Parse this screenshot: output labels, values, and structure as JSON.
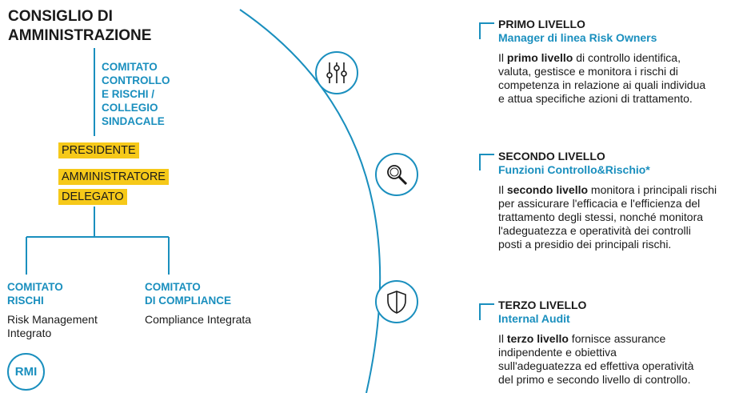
{
  "board": {
    "line1": "CONSIGLIO DI",
    "line2": "AMMINISTRAZIONE"
  },
  "committee_control": [
    "COMITATO",
    "CONTROLLO",
    "E RISCHI /",
    "COLLEGIO",
    "SINDACALE"
  ],
  "president": "PRESIDENTE",
  "ceo": {
    "line1": "AMMINISTRATORE",
    "line2": "DELEGATO"
  },
  "risk_committee": {
    "title_lines": [
      "COMITATO",
      "RISCHI"
    ],
    "sub_lines": [
      "Risk Management",
      "Integrato"
    ]
  },
  "compliance_committee": {
    "title_lines": [
      "COMITATO",
      "DI COMPLIANCE"
    ],
    "sub": "Compliance Integrata"
  },
  "logo": "RMI",
  "levels": [
    {
      "icon": "sliders-icon",
      "title": "PRIMO LIVELLO",
      "subtitle": "Manager di linea Risk Owners",
      "bold": "primo livello",
      "lines": [
        "Il primo livello di controllo identifica,",
        "valuta, gestisce e monitora i rischi di",
        "competenza in relazione ai quali individua",
        "e attua specifiche azioni di trattamento."
      ]
    },
    {
      "icon": "magnifier-icon",
      "title": "SECONDO LIVELLO",
      "subtitle": "Funzioni Controllo&Rischio*",
      "bold": "secondo livello",
      "lines": [
        "Il secondo livello monitora i principali rischi",
        "per assicurare l'efficacia e l'efficienza del",
        "trattamento degli stessi, nonché monitora",
        "l'adeguatezza e operatività dei controlli",
        "posti a presidio dei principali rischi."
      ]
    },
    {
      "icon": "shield-icon",
      "title": "TERZO LIVELLO",
      "subtitle": "Internal Audit",
      "bold": "terzo livello",
      "lines": [
        "Il terzo livello fornisce assurance",
        "indipendente e obiettiva",
        "sull'adeguatezza ed effettiva operatività",
        "del primo e secondo livello di controllo."
      ]
    }
  ],
  "colors": {
    "accent": "#1a8fbe",
    "highlight": "#f6c919",
    "text": "#1a1a1a"
  }
}
